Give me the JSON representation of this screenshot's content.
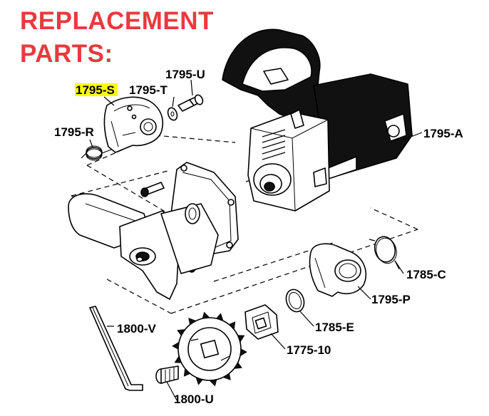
{
  "title_line1": "REPLACEMENT",
  "title_line2": "PARTS:",
  "colors": {
    "title": "#e83a3f",
    "highlight": "#ffff00",
    "ink": "#000000"
  },
  "parts": {
    "p1795U": "1795-U",
    "p1795S": "1795-S",
    "p1795T": "1795-T",
    "p1795R": "1795-R",
    "p1795A": "1795-A",
    "p1785C": "1785-C",
    "p1795P": "1795-P",
    "p1785E": "1785-E",
    "p177510": "1775-10",
    "p1800V": "1800-V",
    "p1800U": "1800-U"
  },
  "highlighted_part": "1795-S"
}
